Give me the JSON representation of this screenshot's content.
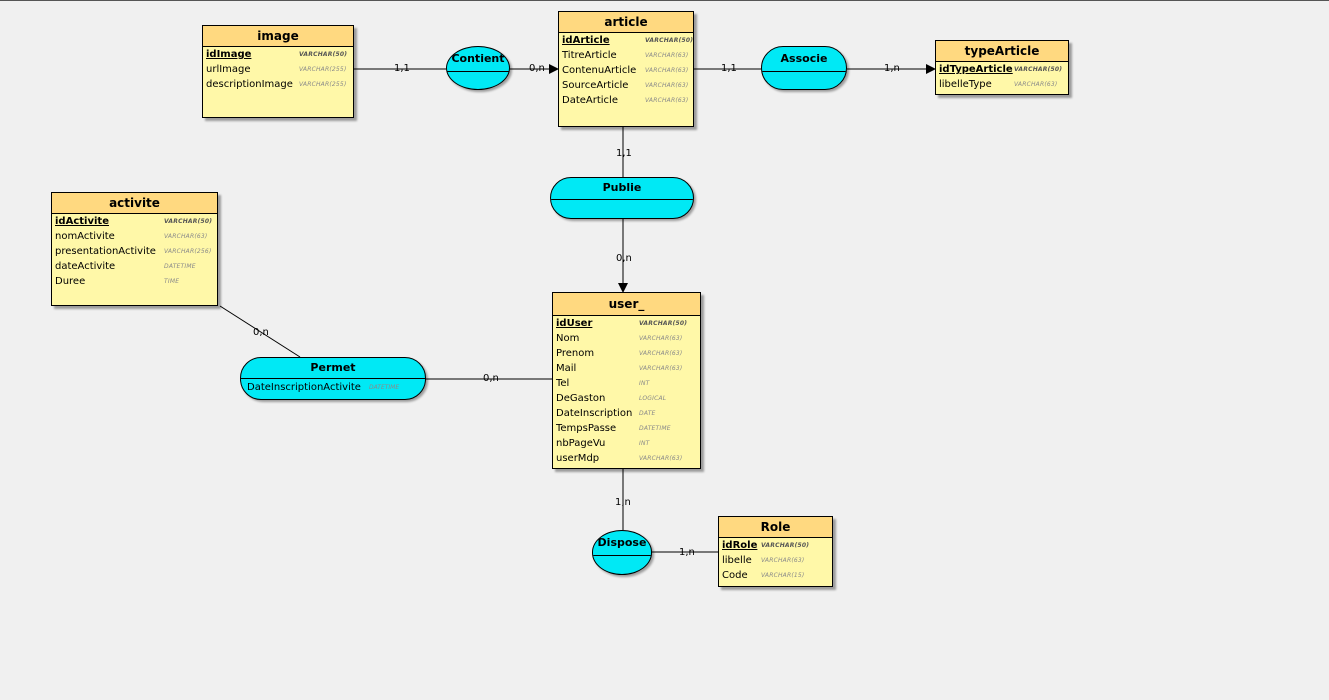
{
  "entities": {
    "image": {
      "name": "image",
      "attributes": [
        {
          "name": "idImage",
          "type": "VARCHAR(50)"
        },
        {
          "name": "urlImage",
          "type": "VARCHAR(255)"
        },
        {
          "name": "descriptionImage",
          "type": "VARCHAR(255)"
        }
      ]
    },
    "article": {
      "name": "article",
      "attributes": [
        {
          "name": "idArticle",
          "type": "VARCHAR(50)"
        },
        {
          "name": "TitreArticle",
          "type": "VARCHAR(63)"
        },
        {
          "name": "ContenuArticle",
          "type": "VARCHAR(63)"
        },
        {
          "name": "SourceArticle",
          "type": "VARCHAR(63)"
        },
        {
          "name": "DateArticle",
          "type": "VARCHAR(63)"
        }
      ]
    },
    "typeArticle": {
      "name": "typeArticle",
      "attributes": [
        {
          "name": "idTypeArticle",
          "type": "VARCHAR(50)"
        },
        {
          "name": "libelleType",
          "type": "VARCHAR(63)"
        }
      ]
    },
    "activite": {
      "name": "activite",
      "attributes": [
        {
          "name": "idActivite",
          "type": "VARCHAR(50)"
        },
        {
          "name": "nomActivite",
          "type": "VARCHAR(63)"
        },
        {
          "name": "presentationActivite",
          "type": "VARCHAR(256)"
        },
        {
          "name": "dateActivite",
          "type": "DATETIME"
        },
        {
          "name": "Duree",
          "type": "TIME"
        }
      ]
    },
    "user": {
      "name": "user_",
      "attributes": [
        {
          "name": "idUser",
          "type": "VARCHAR(50)"
        },
        {
          "name": "Nom",
          "type": "VARCHAR(63)"
        },
        {
          "name": "Prenom",
          "type": "VARCHAR(63)"
        },
        {
          "name": "Mail",
          "type": "VARCHAR(63)"
        },
        {
          "name": "Tel",
          "type": "INT"
        },
        {
          "name": "DeGaston",
          "type": "LOGICAL"
        },
        {
          "name": "DateInscription",
          "type": "DATE"
        },
        {
          "name": "TempsPasse",
          "type": "DATETIME"
        },
        {
          "name": "nbPageVu",
          "type": "INT"
        },
        {
          "name": "userMdp",
          "type": "VARCHAR(63)"
        }
      ]
    },
    "role": {
      "name": "Role",
      "attributes": [
        {
          "name": "idRole",
          "type": "VARCHAR(50)"
        },
        {
          "name": "libelle",
          "type": "VARCHAR(63)"
        },
        {
          "name": "Code",
          "type": "VARCHAR(15)"
        }
      ]
    }
  },
  "associations": {
    "contient": {
      "name": "Contient"
    },
    "associe": {
      "name": "Associe"
    },
    "publie": {
      "name": "Publie"
    },
    "permet": {
      "name": "Permet",
      "attribute": "DateInscriptionActivite",
      "type": "DATETIME"
    },
    "dispose": {
      "name": "Dispose"
    }
  },
  "cardinalities": {
    "image_contient": "1,1",
    "contient_article": "0,n",
    "article_associe": "1,1",
    "associe_type": "1,n",
    "article_publie": "1,1",
    "publie_user": "0,n",
    "activite_permet": "0,n",
    "permet_user": "0,n",
    "user_dispose": "1,n",
    "dispose_role": "1,n"
  }
}
